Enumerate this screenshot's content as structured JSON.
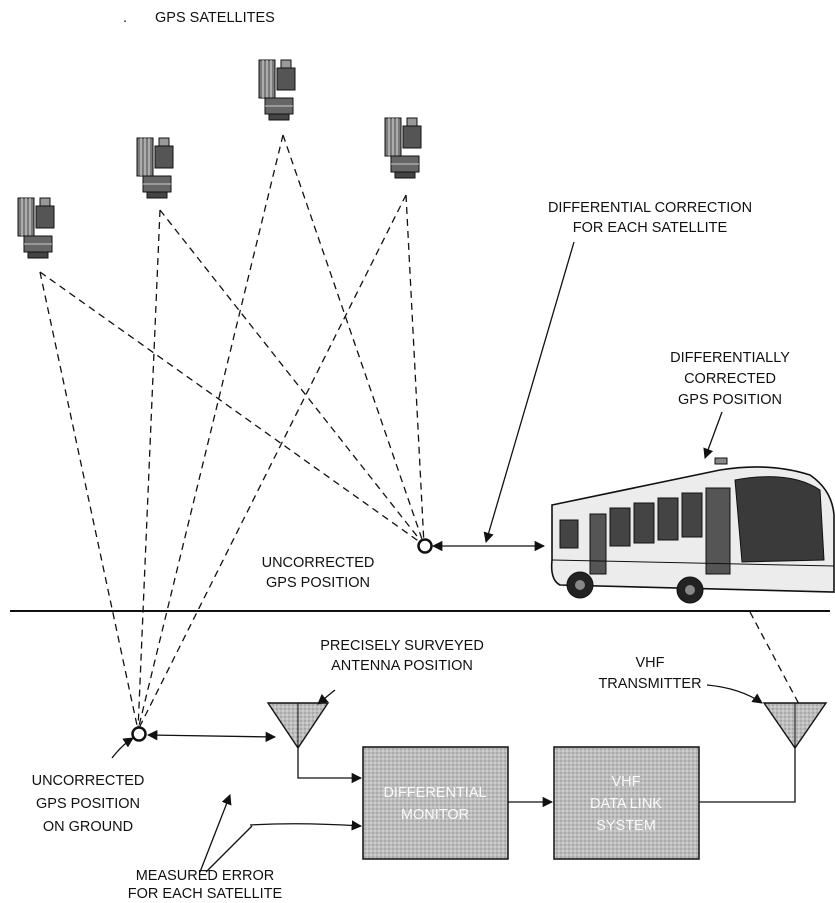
{
  "labels": {
    "gps_satellites": "GPS SATELLITES",
    "diff_correction": [
      "DIFFERENTIAL  CORRECTION",
      "FOR EACH SATELLITE"
    ],
    "diff_corrected_position": [
      "DIFFERENTIALLY",
      "CORRECTED",
      "GPS POSITION"
    ],
    "uncorrected_position": [
      "UNCORRECTED",
      "GPS POSITION"
    ],
    "surveyed_antenna": [
      "PRECISELY SURVEYED",
      "ANTENNA POSITION"
    ],
    "vhf_transmitter": [
      "VHF",
      "TRANSMITTER"
    ],
    "uncorrected_ground": [
      "UNCORRECTED",
      "GPS POSITION",
      "ON GROUND"
    ],
    "measured_error": [
      "MEASURED ERROR",
      "FOR EACH SATELLITE"
    ]
  },
  "boxes": {
    "differential_monitor": [
      "DIFFERENTIAL",
      "MONITOR"
    ],
    "vhf_data_link": [
      "VHF",
      "DATA LINK",
      "SYSTEM"
    ]
  },
  "colors": {
    "ink": "#111111",
    "box_fill": "#bdbdbd",
    "antenna_fill": "#c4c4c4"
  }
}
